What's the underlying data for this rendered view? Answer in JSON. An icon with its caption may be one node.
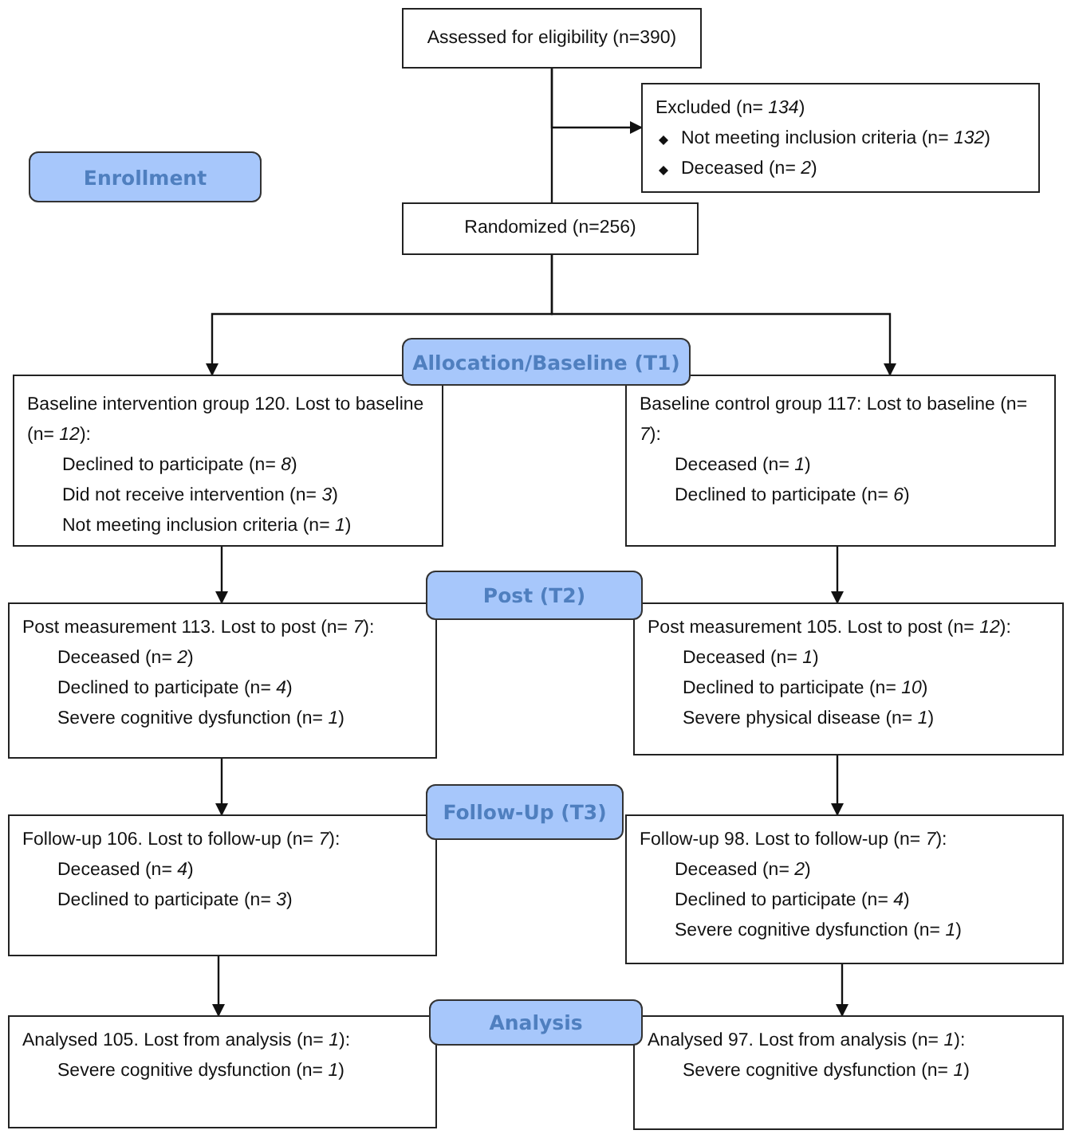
{
  "diagram": {
    "nodes": [
      {
        "text": [
          "Assessed for eligibility (n=390)"
        ]
      },
      {
        "text": [
          "Excluded (n= *134*)",
          "Not meeting inclusion criteria (n= *132*)",
          "Deceased (n= *2*)"
        ]
      },
      {
        "text": [
          "Enrollment"
        ]
      },
      {
        "text": [
          "Randomized (n=256)"
        ]
      },
      {
        "text": [
          "Allocation/Baseline (T1)"
        ]
      },
      {
        "text": [
          "Baseline intervention group 120. Lost to baseline (n= *12*):",
          "Declined to participate (n= *8*)",
          "Did not receive intervention (n= *3*)",
          "Not meeting inclusion criteria (n= *1*)"
        ]
      },
      {
        "text": [
          "Baseline control group 117: Lost to baseline (n= *7*):",
          "Deceased (n= *1*)",
          "Declined to participate (n= *6*)"
        ]
      },
      {
        "text": [
          "Post (T2)"
        ]
      },
      {
        "text": [
          "Post measurement 113. Lost to post (n= *7*):",
          "Deceased (n= *2*)",
          "Declined to participate (n= *4*)",
          "Severe cognitive dysfunction (n= *1*)"
        ]
      },
      {
        "text": [
          "Post measurement 105. Lost to post (n= *12*):",
          "Deceased (n= *1*)",
          "Declined to participate (n= *10*)",
          "Severe physical disease (n= *1*)"
        ]
      },
      {
        "text": [
          "Follow-Up (T3)"
        ]
      },
      {
        "text": [
          "Follow-up 106. Lost to follow-up (n= *7*):",
          "Deceased (n= *4*)",
          "Declined to participate (n= *3*)"
        ]
      },
      {
        "text": [
          "Follow-up 98. Lost to follow-up (n= *7*):",
          "Deceased (n= *2*)",
          "Declined to participate (n= *4*)",
          "Severe cognitive dysfunction (n= *1*)"
        ]
      },
      {
        "text": [
          "Analysis"
        ]
      },
      {
        "text": [
          "Analysed 105. Lost from analysis (n= *1*):",
          "Severe cognitive dysfunction (n= *1*)"
        ]
      },
      {
        "text": [
          "Analysed 97. Lost from analysis (n= *1*):",
          "Severe cognitive dysfunction (n= *1*)"
        ]
      }
    ],
    "edges": [
      {
        "from": 0,
        "to": 3,
        "arrow": "none"
      },
      {
        "from": 0,
        "to": 1,
        "arrow": "to"
      },
      {
        "from": 3,
        "to": 5,
        "arrow": "to"
      },
      {
        "from": 3,
        "to": 6,
        "arrow": "to"
      },
      {
        "from": 5,
        "to": 8,
        "arrow": "to"
      },
      {
        "from": 6,
        "to": 9,
        "arrow": "to"
      },
      {
        "from": 8,
        "to": 11,
        "arrow": "to"
      },
      {
        "from": 9,
        "to": 12,
        "arrow": "to"
      },
      {
        "from": 11,
        "to": 14,
        "arrow": "to"
      },
      {
        "from": 12,
        "to": 15,
        "arrow": "to"
      }
    ]
  }
}
